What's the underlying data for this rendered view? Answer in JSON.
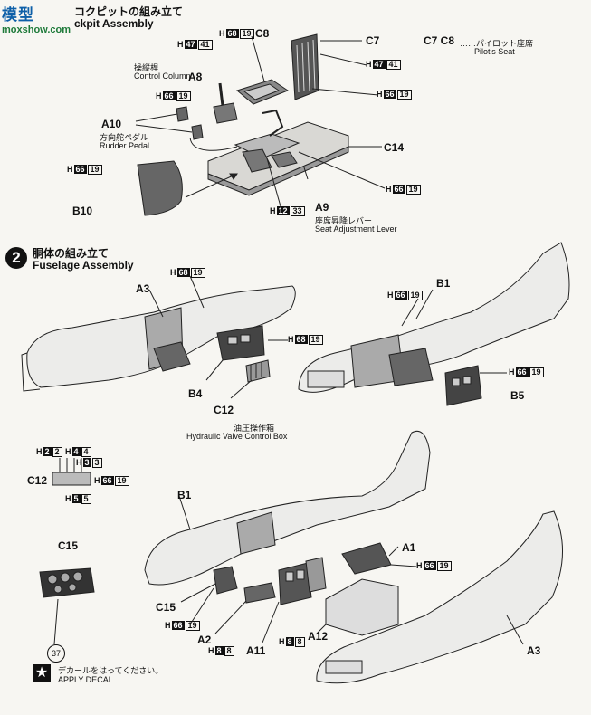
{
  "logo": {
    "brand": "模型",
    "url": "moxshow.com"
  },
  "step1": {
    "title_jp": "コクピットの組み立て",
    "title_en": "ckpit Assembly",
    "pilot_seat_label": "C7 C8",
    "pilot_seat_jp": "パイロット座席",
    "pilot_seat_en": "Pilot's Seat",
    "parts": {
      "C8": "C8",
      "C7": "C7",
      "A8": "A8",
      "A10": "A10",
      "C14": "C14",
      "B10": "B10",
      "A9": "A9"
    },
    "labels": {
      "control_jp": "操縦桿",
      "control_en": "Control Column",
      "rudder_jp": "方向舵ペダル",
      "rudder_en": "Rudder Pedal",
      "seat_jp": "座席昇降レバー",
      "seat_en": "Seat Adjustment Lever"
    },
    "hcodes": {
      "h_c8": [
        "H",
        "68",
        "19"
      ],
      "h_a8": [
        "H",
        "47",
        "41"
      ],
      "h_c7_a": [
        "H",
        "47",
        "41"
      ],
      "h_c7_b": [
        "H",
        "66",
        "19"
      ],
      "h_a10": [
        "H",
        "66",
        "19"
      ],
      "h_b10": [
        "H",
        "66",
        "19"
      ],
      "h_a9": [
        "H",
        "12",
        "33"
      ],
      "h_c14": [
        "H",
        "66",
        "19"
      ]
    }
  },
  "step2": {
    "number": "2",
    "title_jp": "胴体の組み立て",
    "title_en": "Fuselage Assembly",
    "parts": {
      "A3_top": "A3",
      "B4": "B4",
      "C12": "C12",
      "B1_top": "B1",
      "B5": "B5",
      "C12_detail": "C12",
      "C15": "C15",
      "B1_bottom": "B1",
      "A1": "A1",
      "C15_bottom": "C15",
      "A2": "A2",
      "A11": "A11",
      "A12": "A12",
      "A3_bottom": "A3"
    },
    "labels": {
      "hydraulic_jp": "油圧操作箱",
      "hydraulic_en": "Hydraulic Valve Control Box",
      "decal_jp": "デカールをはってください。",
      "decal_en": "APPLY DECAL",
      "decal_number": "37"
    },
    "hcodes": {
      "h_a3": [
        "H",
        "68",
        "19"
      ],
      "h_c12": [
        "H",
        "68",
        "19"
      ],
      "h_b1": [
        "H",
        "66",
        "19"
      ],
      "h_b5": [
        "H",
        "66",
        "19"
      ],
      "h_c12d_1": [
        "H",
        "2",
        "2"
      ],
      "h_c12d_2": [
        "H",
        "4",
        "4"
      ],
      "h_c12d_3": [
        "H",
        "3",
        "3"
      ],
      "h_c12d_4": [
        "H",
        "66",
        "19"
      ],
      "h_c12d_5": [
        "H",
        "5",
        "5"
      ],
      "h_a1": [
        "H",
        "66",
        "19"
      ],
      "h_c15": [
        "H",
        "66",
        "19"
      ],
      "h_a2": [
        "H",
        "8",
        "8"
      ],
      "h_a11": [
        "H",
        "8",
        "8"
      ]
    }
  }
}
